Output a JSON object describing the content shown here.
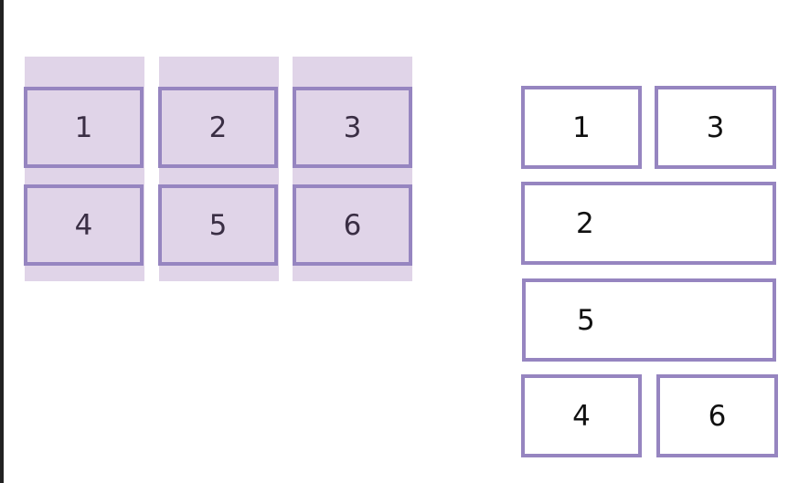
{
  "colors": {
    "border": "#9685c0",
    "track": "#e0d4e8"
  },
  "left_grid": {
    "items": [
      "1",
      "2",
      "3",
      "4",
      "5",
      "6"
    ]
  },
  "right_layout": {
    "items": [
      "1",
      "3",
      "2",
      "5",
      "4",
      "6"
    ]
  }
}
